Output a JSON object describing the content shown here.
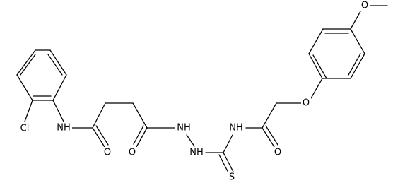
{
  "atoms": {
    "cl": "Cl",
    "nh_amide": "NH",
    "o_amide1": "O",
    "o_amide2": "O",
    "nh_hydrazide1": "NH",
    "nh_hydrazide2": "NH",
    "nh_thiourea": "NH",
    "s_thione": "S",
    "o_amide3": "O",
    "o_ether": "O",
    "o_methoxy": "O"
  }
}
